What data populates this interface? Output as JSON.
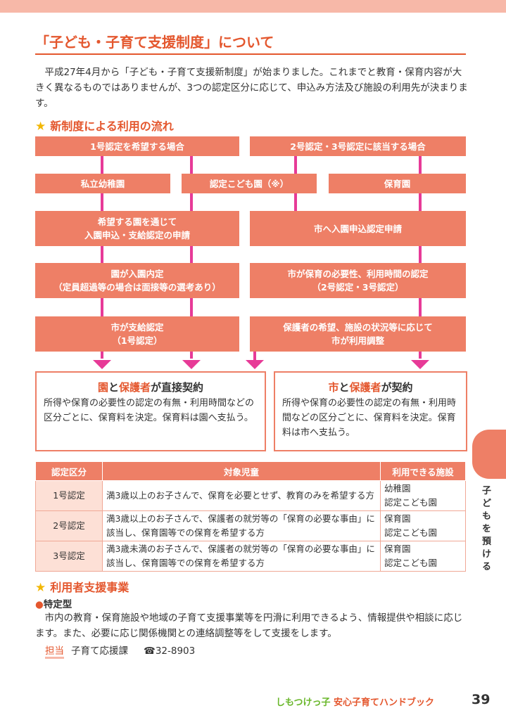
{
  "header": {
    "title": "「子ども・子育て支援制度」について",
    "intro": "平成27年4月から「子ども・子育て支援新制度」が始まりました。これまでと教育・保育内容が大きく異なるものではありませんが、3つの認定区分に応じて、申込み方法及び施設の利用先が決まります。"
  },
  "flow": {
    "section_title": "新制度による利用の流れ",
    "left_head": "1号認定を希望する場合",
    "right_head": "2号認定・3号認定に該当する場合",
    "facility_private": "私立幼稚園",
    "facility_kodomoen": "認定こども園（※）",
    "facility_hoikuen": "保育園",
    "left_step1_line1": "希望する園を通じて",
    "left_step1_line2": "入園申込・支給認定の申請",
    "right_step1": "市へ入園申込認定申請",
    "left_step2_line1": "園が入園内定",
    "left_step2_line2": "（定員超過等の場合は面接等の選考あり）",
    "right_step2_line1": "市が保育の必要性、利用時間の認定",
    "right_step2_line2": "（2号認定・3号認定）",
    "left_step3_line1": "市が支給認定",
    "left_step3_line2": "（1号認定）",
    "right_step3_line1": "保護者の希望、施設の状況等に応じて",
    "right_step3_line2": "市が利用調整",
    "contract_left_a": "園",
    "contract_left_b": "と",
    "contract_left_c": "保護者",
    "contract_left_d": "が直接契約",
    "contract_left_body": "所得や保育の必要性の認定の有無・利用時間などの区分ごとに、保育料を決定。保育料は園へ支払う。",
    "contract_right_a": "市",
    "contract_right_b": "と",
    "contract_right_c": "保護者",
    "contract_right_d": "が契約",
    "contract_right_body": "所得や保育の必要性の認定の有無・利用時間などの区分ごとに、保育料を決定。保育料は市へ支払う。"
  },
  "table": {
    "headers": [
      "認定区分",
      "対象児童",
      "利用できる施設"
    ],
    "rows": [
      {
        "cat": "1号認定",
        "target": "満3歳以上のお子さんで、保育を必要とせず、教育のみを希望する方",
        "fac1": "幼稚園",
        "fac2": "認定こども園"
      },
      {
        "cat": "2号認定",
        "target": "満3歳以上のお子さんで、保護者の就労等の「保育の必要な事由」に該当し、保育園等での保育を希望する方",
        "fac1": "保育園",
        "fac2": "認定こども園"
      },
      {
        "cat": "3号認定",
        "target": "満3歳未満のお子さんで、保護者の就労等の「保育の必要な事由」に該当し、保育園等での保育を希望する方",
        "fac1": "保育園",
        "fac2": "認定こども園"
      }
    ]
  },
  "support": {
    "section_title": "利用者支援事業",
    "subhead": "特定型",
    "body": "市内の教育・保育施設や地域の子育て支援事業等を円滑に利用できるよう、情報提供や相談に応じます。また、必要に応じ関係機関との連絡調整等をして支援をします。",
    "contact_label": "担当",
    "contact_dept": "子育て応援課",
    "contact_phone": "☎32-8903"
  },
  "side_tab": "子どもを預ける",
  "footer": {
    "brand": "しもつけっ子",
    "title": "安心子育てハンドブック",
    "page": "39"
  },
  "colors": {
    "accent": "#e4572e",
    "box": "#ee7f66",
    "arrow": "#e73a97",
    "star": "#f2b705"
  }
}
